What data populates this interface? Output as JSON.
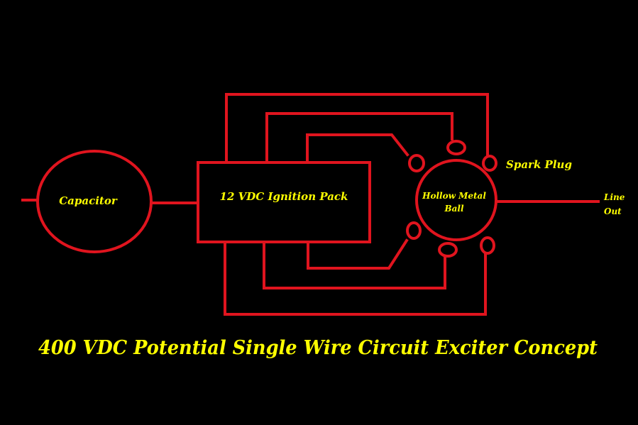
{
  "diagram": {
    "title": "400 VDC Potential Single Wire Circuit Exciter Concept",
    "capacitor_label": "Capacitor",
    "ignition_pack_label": "12 VDC Ignition Pack",
    "ball_label_line1": "Hollow Metal",
    "ball_label_line2": "Ball",
    "spark_plug_label": "Spark Plug",
    "line_out_line1": "Line",
    "line_out_line2": "Out",
    "colors": {
      "background": "#000000",
      "wire": "#e0141e",
      "text": "#ffff00"
    }
  }
}
